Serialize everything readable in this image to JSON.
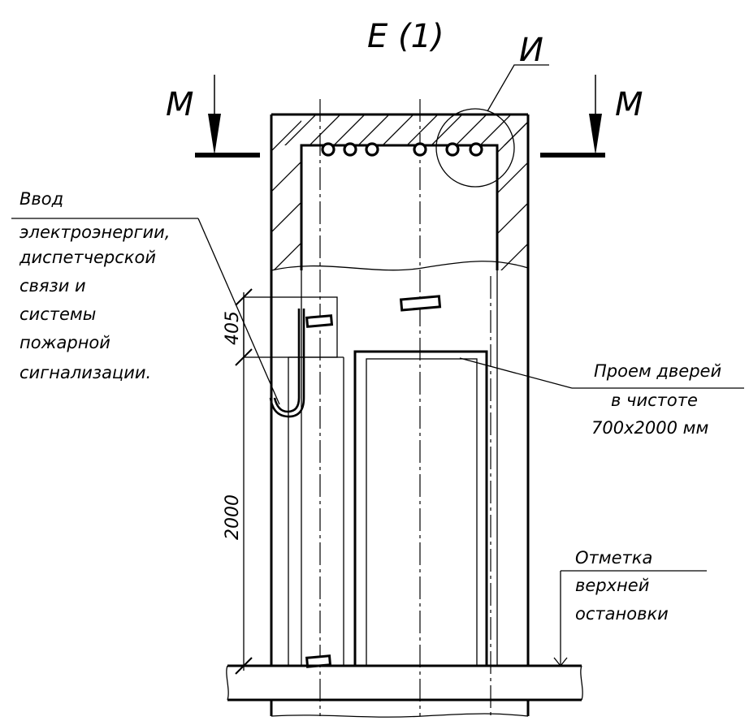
{
  "view_title": "Е (1)",
  "section_markers": {
    "left": "М",
    "right": "М"
  },
  "detail_callout": "И",
  "labels": {
    "power_input": [
      "Ввод",
      "электроэнергии,",
      "диспетчерской",
      "связи и",
      "системы",
      "пожарной",
      "сигнализации."
    ],
    "door_opening": [
      "Проем дверей",
      "в чистоте",
      "700х2000 мм"
    ],
    "top_stop_mark": [
      "Отметка",
      "верхней",
      "остановки"
    ]
  },
  "dimensions": {
    "upper": "405",
    "lower": "2000"
  },
  "colors": {
    "line": "#000000",
    "background": "#ffffff"
  }
}
